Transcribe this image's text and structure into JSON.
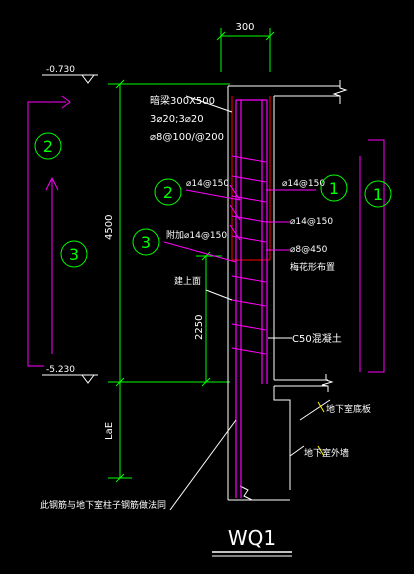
{
  "drawing": {
    "title": "WQ1",
    "dim_wall_thickness": "300",
    "dim_total_height": "4500",
    "dim_bottom_zone": "2250",
    "dim_anchor": "LaE",
    "elev_top": "-0.730",
    "elev_bottom": "-5.230",
    "beam_label": "暗梁300X500",
    "beam_rebar_1": "3⌀20;3⌀20",
    "beam_rebar_2": "⌀8@100/@200",
    "rebar_2": "⌀14@150",
    "rebar_3": "附加⌀14@150",
    "rebar_vert": "⌀14@150",
    "rebar_horz_1": "⌀14@150",
    "rebar_horz_2": "⌀8@450",
    "tie_note": "梅花形布置",
    "extend_note": "建上面",
    "concrete_note": "C50混凝土",
    "slab_note": "地下室底板",
    "wall_note": "地下室外墙",
    "bottom_note": "此钢筋与地下室柱子钢筋做法同",
    "callout_1": "1",
    "callout_2": "2",
    "callout_3": "3"
  },
  "colors": {
    "background": "#000000",
    "line_white": "#ffffff",
    "line_green": "#00ff00",
    "line_magenta": "#ff00ff",
    "line_red": "#ff0000",
    "line_yellow": "#ffff00",
    "line_cyan": "#00ffff"
  }
}
